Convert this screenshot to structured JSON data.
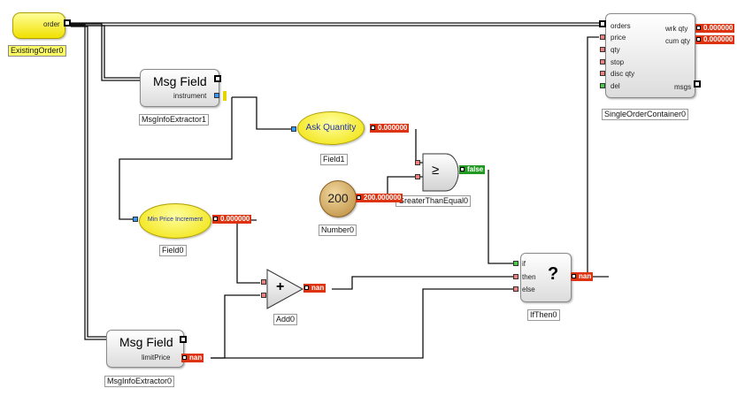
{
  "nodes": {
    "existing_order": {
      "port_label": "order",
      "caption": "ExistingOrder0"
    },
    "msg_info_1": {
      "title": "Msg Field",
      "port_label": "instrument",
      "caption": "MsgInfoExtractor1"
    },
    "msg_info_0": {
      "title": "Msg Field",
      "port_label": "limitPrice",
      "caption": "MsgInfoExtractor0",
      "value": "nan"
    },
    "field1": {
      "label": "Ask Quantity",
      "caption": "Field1",
      "value": "0.000000"
    },
    "field0": {
      "label": "Min Price Increment",
      "caption": "Field0",
      "value": "0.000000"
    },
    "number0": {
      "label": "200",
      "caption": "Number0",
      "value": "200.000000"
    },
    "gte": {
      "symbol": "≥",
      "caption": "GreaterThanEqual0",
      "value": "false"
    },
    "add0": {
      "symbol": "+",
      "caption": "Add0",
      "value": "nan"
    },
    "ifthen0": {
      "symbol": "?",
      "caption": "IfThen0",
      "value": "nan",
      "inputs": [
        "if",
        "then",
        "else"
      ]
    },
    "single_order": {
      "caption": "SingleOrderContainer0",
      "inputs": [
        "orders",
        "price",
        "qty",
        "stop",
        "disc qty",
        "del"
      ],
      "outputs": [
        {
          "label": "wrk qty",
          "value": "0.000000"
        },
        {
          "label": "cum qty",
          "value": "0.000000"
        },
        {
          "label": "msgs"
        }
      ]
    }
  },
  "colors": {
    "wire": "#111111",
    "value_red": "#dd3311",
    "value_green": "#229922",
    "node_yellow": "#ffff00"
  }
}
